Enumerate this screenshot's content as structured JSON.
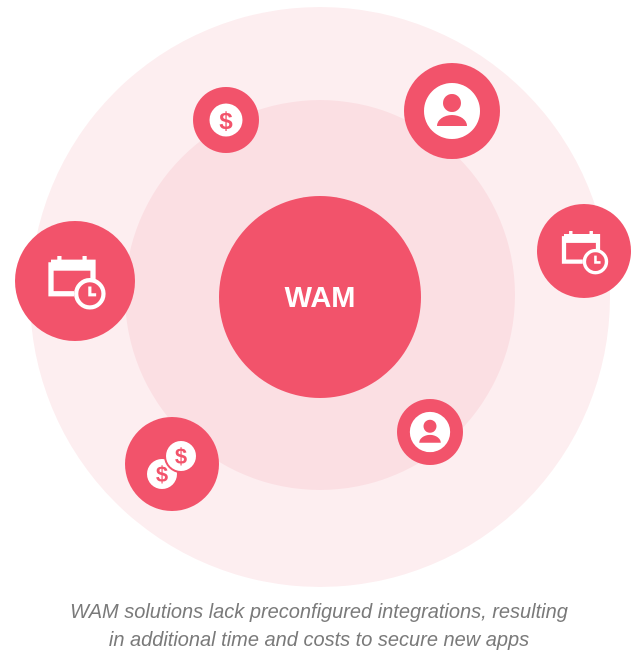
{
  "diagram": {
    "center_label": "WAM",
    "caption_lines": [
      "WAM solutions lack preconfigured integrations, resulting",
      "in additional time and costs to secure new apps"
    ],
    "icons": [
      "dollar-coin-icon",
      "user-icon",
      "calendar-clock-icon",
      "calendar-clock-icon",
      "coins-icon",
      "user-icon"
    ]
  },
  "colors": {
    "accent": "#F2536B",
    "outer_ring": "#FDEEF0",
    "inner_ring": "#FBDFE3",
    "caption": "#7a7a7a"
  }
}
